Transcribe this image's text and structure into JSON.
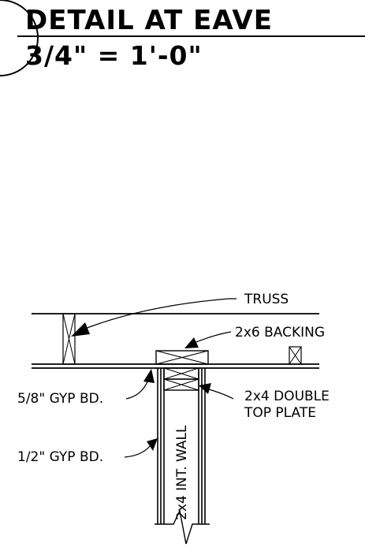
{
  "title": {
    "main": "DETAIL AT EAVE",
    "scale": "3/4\" = 1'-0\""
  },
  "labels": {
    "truss": "TRUSS",
    "backing": "2x6 BACKING",
    "gyp_58": "5/8\" GYP BD.",
    "top_plate_line1": "2x4 DOUBLE",
    "top_plate_line2": "TOP PLATE",
    "gyp_12": "1/2\" GYP BD.",
    "wall": "2x4 INT. WALL"
  },
  "colors": {
    "ink": "#000000",
    "paper": "#ffffff"
  }
}
